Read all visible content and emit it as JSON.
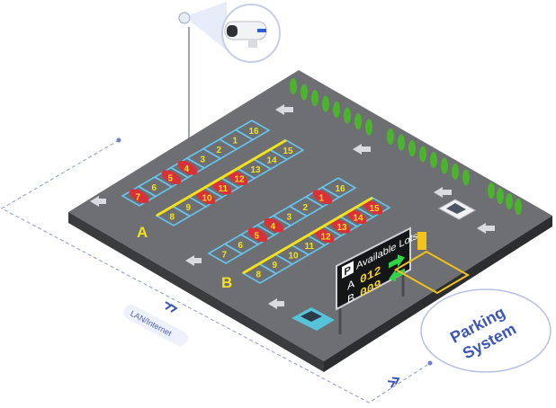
{
  "sign": {
    "title": "Available Lots",
    "p_letter": "P",
    "rows": [
      {
        "lot": "A",
        "count": "012"
      },
      {
        "lot": "B",
        "count": "009"
      }
    ]
  },
  "zones": [
    {
      "label": "A",
      "spots": [
        "1",
        "2",
        "3",
        "4",
        "5",
        "6",
        "7",
        "8",
        "9",
        "10",
        "11",
        "12",
        "13",
        "14",
        "15",
        "16"
      ]
    },
    {
      "label": "B",
      "spots": [
        "1",
        "2",
        "3",
        "4",
        "5",
        "6",
        "7",
        "8",
        "9",
        "10",
        "11",
        "12",
        "13",
        "14",
        "15",
        "16"
      ]
    }
  ],
  "network": {
    "label": "LAN/Internet"
  },
  "system": {
    "label_line1": "Parking",
    "label_line2": "System"
  },
  "colors": {
    "ground": "#6d6f72",
    "ground_side": "#3a3b3d",
    "lane_line": "#67c5f0",
    "yellow": "#f3e21b",
    "car_red": "#d8313a",
    "dashed": "#7f8fd0",
    "accent_blue": "#3c57b8"
  }
}
